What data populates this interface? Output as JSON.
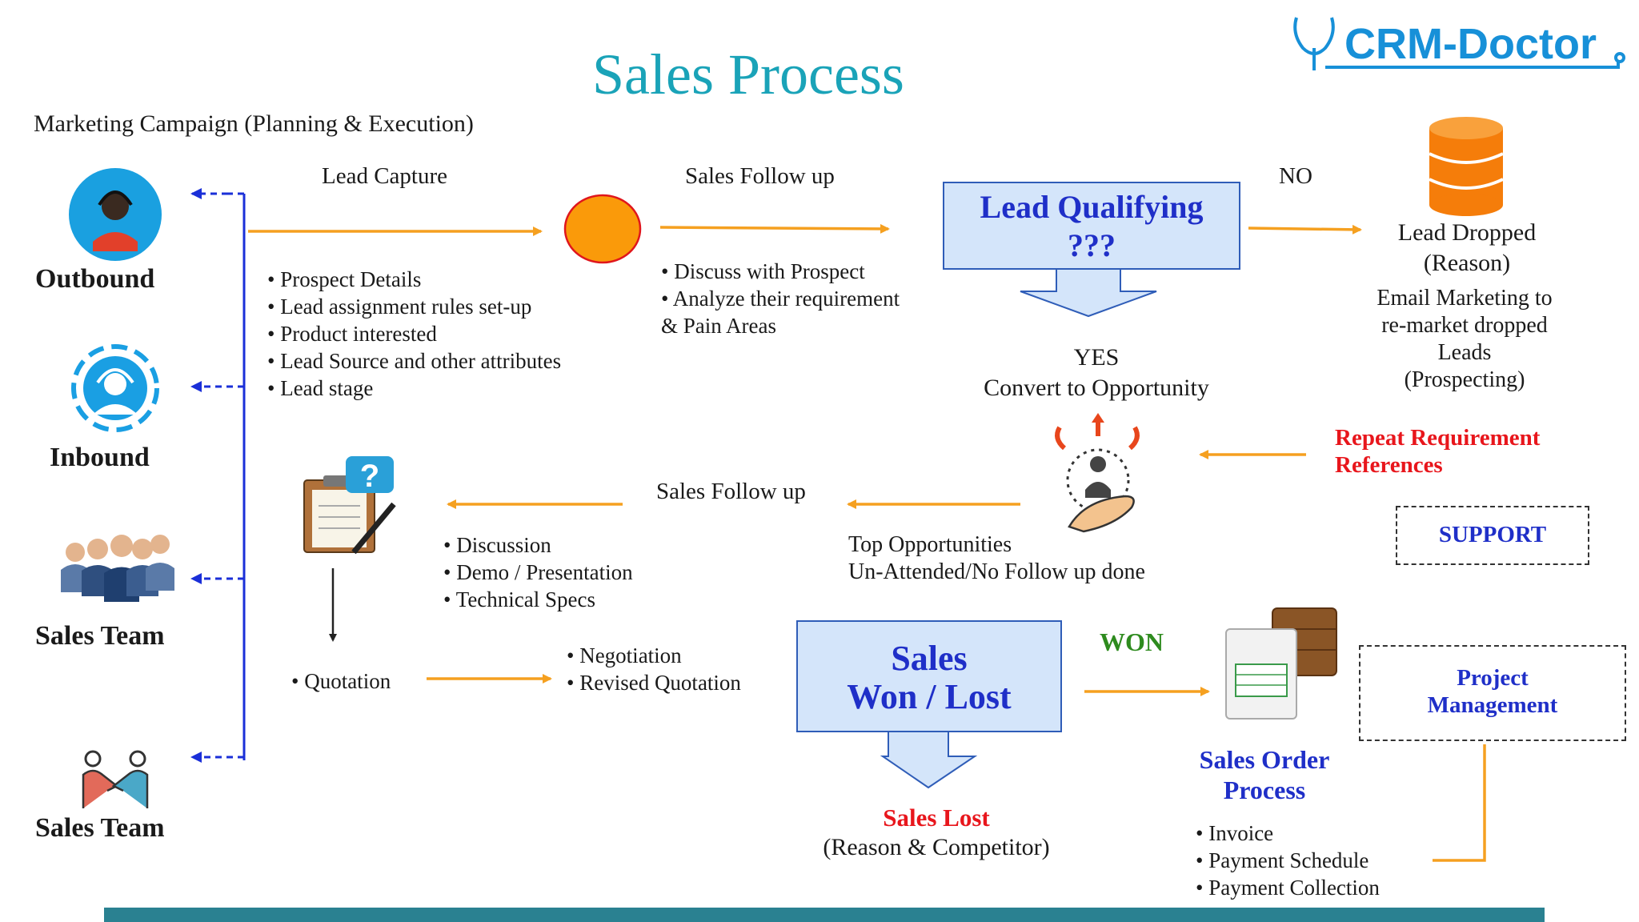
{
  "title": "Sales Process",
  "logo": "CRM-Doctor",
  "campaign": "Marketing Campaign (Planning & Execution)",
  "sources": [
    "Outbound",
    "Inbound",
    "Sales Team",
    "Sales Team"
  ],
  "lead_capture": {
    "label": "Lead Capture",
    "items": [
      "Prospect Details",
      "Lead assignment rules set-up",
      "Product interested",
      "Lead Source and other attributes",
      "Lead stage"
    ]
  },
  "followup1": {
    "label": "Sales Follow up",
    "items": [
      "Discuss with Prospect",
      "Analyze their requirement"
    ],
    "extra": "& Pain Areas"
  },
  "qualifying": {
    "line1": "Lead Qualifying",
    "line2": "???"
  },
  "no_label": "NO",
  "lead_dropped": {
    "line1": "Lead Dropped",
    "line2": "(Reason)",
    "email": [
      "Email Marketing to",
      "re-market dropped",
      "Leads",
      "(Prospecting)"
    ]
  },
  "yes": {
    "line1": "YES",
    "line2": "Convert to Opportunity"
  },
  "repeat": [
    "Repeat Requirement",
    "References"
  ],
  "support": "SUPPORT",
  "followup2": {
    "label": "Sales Follow up",
    "items": [
      "Discussion",
      "Demo / Presentation",
      "Technical Specs"
    ]
  },
  "top_opps": [
    "Top Opportunities",
    "Un-Attended/No Follow up done"
  ],
  "quotation": "Quotation",
  "negotiation": [
    "Negotiation",
    "Revised Quotation"
  ],
  "won_lost": {
    "line1": "Sales",
    "line2": "Won / Lost"
  },
  "won": "WON",
  "sales_lost": {
    "title": "Sales Lost",
    "sub": "(Reason & Competitor)"
  },
  "sales_order": {
    "line1": "Sales Order",
    "line2": "Process",
    "items": [
      "Invoice",
      "Payment Schedule",
      "Payment Collection"
    ]
  },
  "project": [
    "Project",
    "Management"
  ],
  "colors": {
    "title": "#1aa3b8",
    "arrow": "#f5a020",
    "blue_arrow": "#1a2fd8",
    "box_fill": "#d4e5fa",
    "box_stroke": "#2f5db8",
    "red": "#e8161c",
    "blue_text": "#1f2fc8",
    "green": "#2e8b1e",
    "footer": "#2a8191"
  }
}
